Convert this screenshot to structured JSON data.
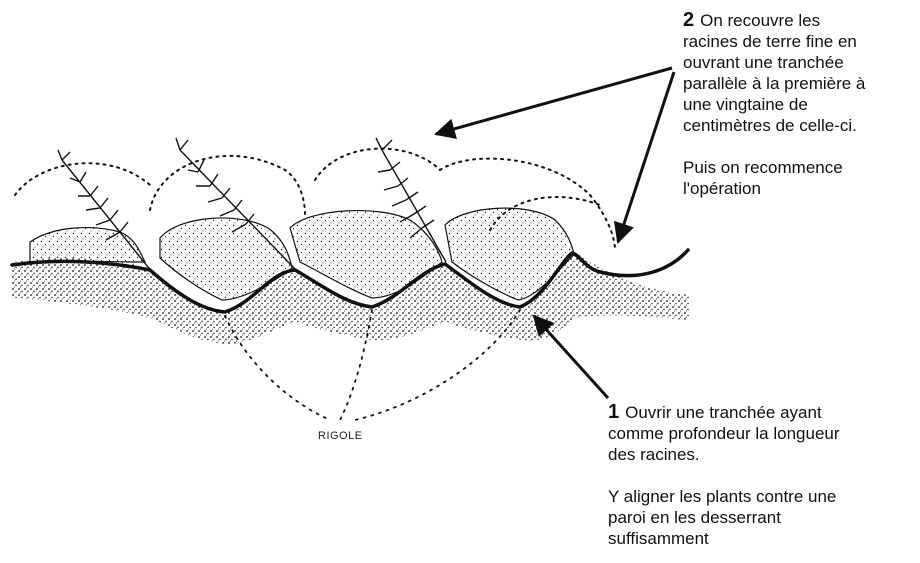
{
  "step2": {
    "number": "2",
    "lines_first": "On recouvre les\nracines de terre fine en\nouvrant une tranchée\nparallèle à la première à\nune vingtaine de\ncentimètres de celle-ci.",
    "lines_second": "Puis on recommence\nl'opération"
  },
  "step1": {
    "number": "1",
    "lines_first": "Ouvrir une tranchée ayant\ncomme profondeur la longueur\ndes racines.",
    "lines_second": "Y aligner les plants contre une\nparoi en les desserrant\nsuffisamment"
  },
  "trench_label": "RIGOLE",
  "colors": {
    "ink": "#111111",
    "soil": "#1a1a1a",
    "paper": "#ffffff"
  }
}
